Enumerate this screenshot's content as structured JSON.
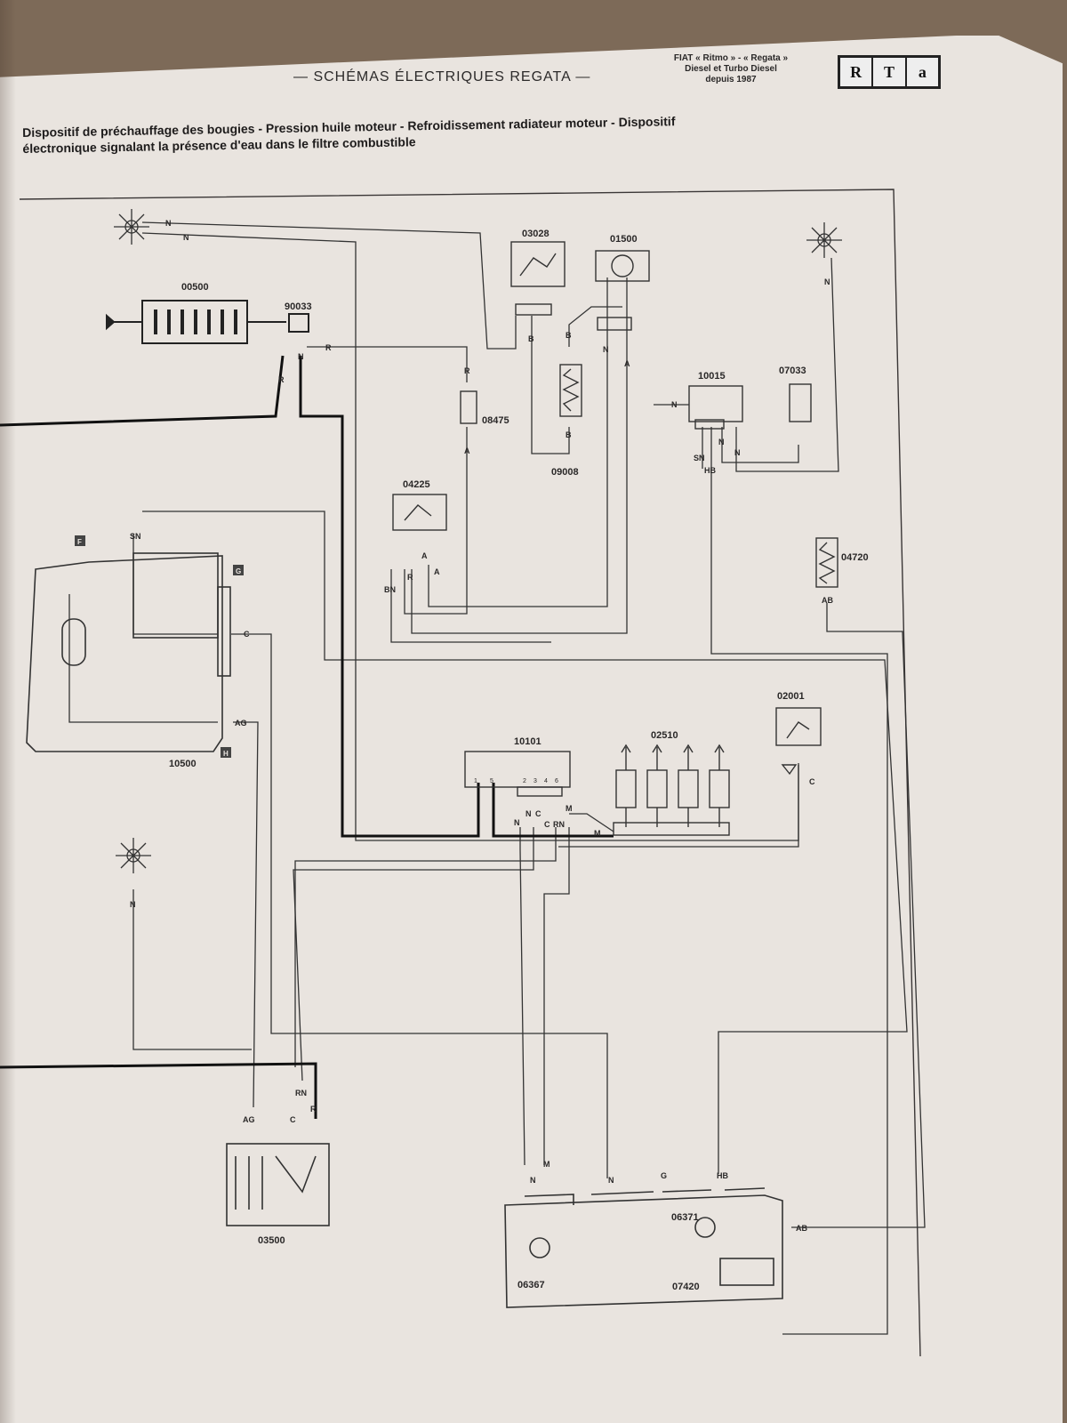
{
  "header": {
    "title": "— SCHÉMAS ÉLECTRIQUES REGATA —",
    "info_line1": "FIAT « Ritmo » - « Regata »",
    "info_line2": "Diesel et Turbo Diesel",
    "info_line3": "depuis 1987",
    "logo_letters": [
      "R",
      "T",
      "a"
    ]
  },
  "description": {
    "line1": "Dispositif de préchauffage des bougies - Pression huile moteur - Refroidissement radiateur moteur - Dispositif",
    "line2": "électronique signalant la présence d'eau dans le filtre combustible"
  },
  "components": {
    "c03028": "03028",
    "c01500": "01500",
    "c00500": "00500",
    "c90033": "90033",
    "c08475": "08475",
    "c09008": "09008",
    "c10015": "10015",
    "c07033": "07033",
    "c04225": "04225",
    "c04720": "04720",
    "c10500": "10500",
    "c02001": "02001",
    "c10101": "10101",
    "c02510": "02510",
    "c03500": "03500",
    "c06371": "06371",
    "c06367": "06367",
    "c07420": "07420"
  },
  "wire_labels": {
    "n": "N",
    "r": "R",
    "a": "A",
    "b": "B",
    "m": "M",
    "c": "C",
    "sn": "SN",
    "hb": "HB",
    "ab": "AB",
    "ag": "AG",
    "g": "G",
    "bn": "BN",
    "rn": "RN",
    "f": "F",
    "h": "H"
  },
  "pin_labels_10101": {
    "p1": "1",
    "p5": "5",
    "p2": "2",
    "p3": "3",
    "p4": "4",
    "p6": "6"
  },
  "marker_letters": {
    "f": "F",
    "g": "G",
    "h": "H"
  },
  "colors": {
    "paper": "#e9e4df",
    "ink": "#2a2828",
    "background": "#7d6a58"
  }
}
